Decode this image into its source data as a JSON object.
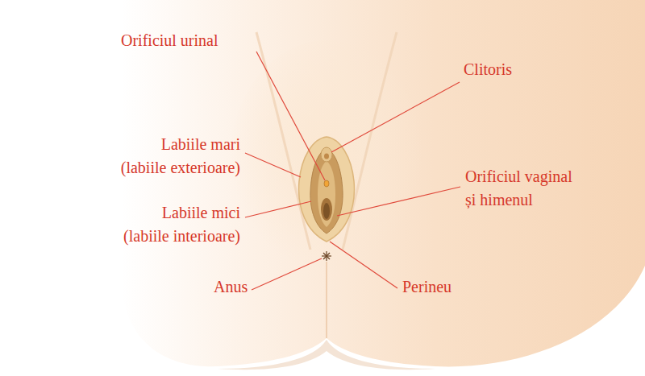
{
  "diagram": {
    "labels": [
      "Orificiul urinal",
      "Clitoris",
      "Labiile mari (labiile exterioare)",
      "Orificiul vaginal și himenul",
      "Labiile mici (labiile interioare)",
      "Anus",
      "Perineu"
    ]
  }
}
